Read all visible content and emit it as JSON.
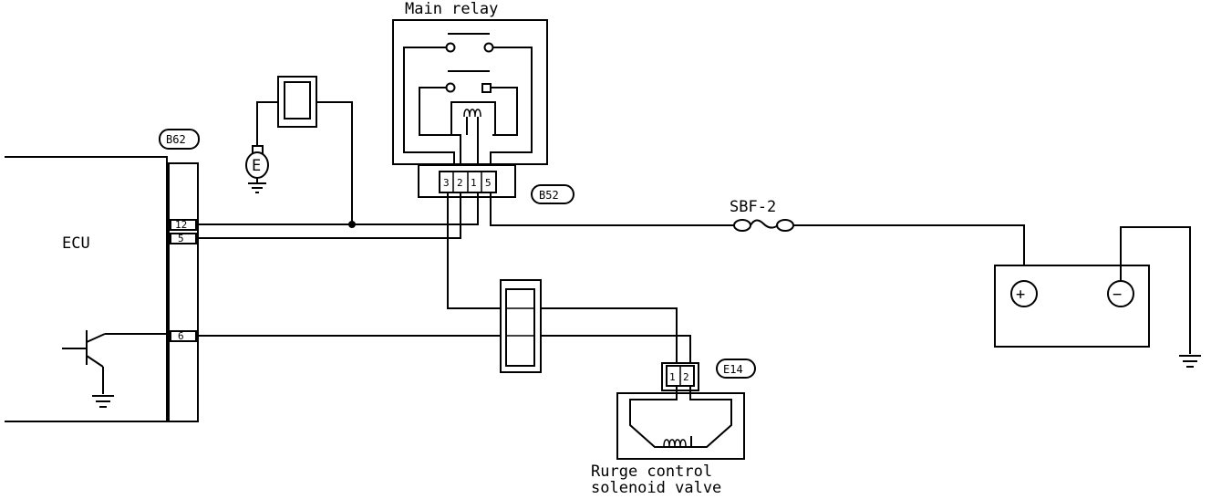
{
  "labels": {
    "main_relay": "Main relay",
    "ecu": "ECU",
    "fuse": "SBF-2",
    "valve_line1": "Rurge control",
    "valve_line2": "solenoid valve",
    "battery_plus": "+",
    "battery_minus": "−",
    "ground_e": "E"
  },
  "connectors": {
    "b62": "B62",
    "b52": "B52",
    "e14": "E14"
  },
  "pins": {
    "b62": [
      "12",
      "5",
      "6"
    ],
    "b52": [
      "3",
      "2",
      "1",
      "5"
    ],
    "e14": [
      "1",
      "2"
    ]
  }
}
